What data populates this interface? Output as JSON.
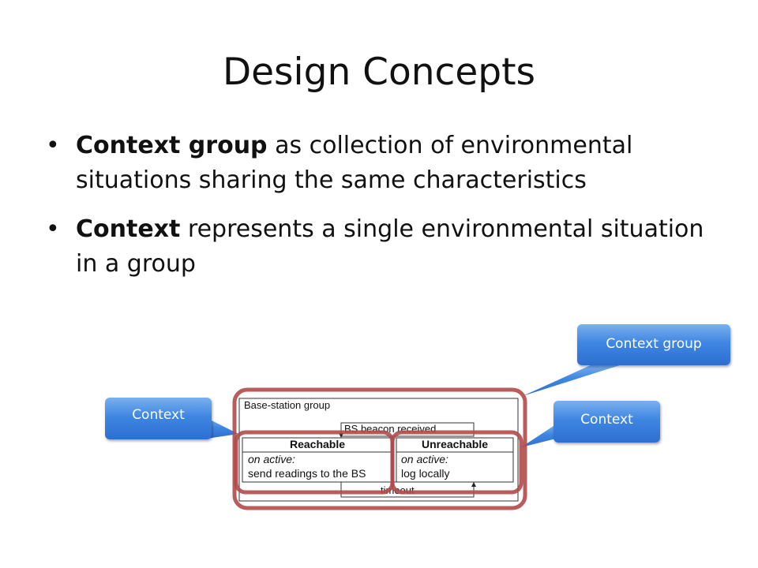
{
  "slide": {
    "title": "Design Concepts",
    "bullets": [
      {
        "term": "Context group",
        "text": " as collection of environmental situations sharing the same characteristics"
      },
      {
        "term": "Context",
        "text": " represents a single environmental situation in a group"
      }
    ]
  },
  "diagram": {
    "group_label": "Base-station group",
    "transition_top": "BS beacon received",
    "transition_bottom": "timeout",
    "states": [
      {
        "name": "Reachable",
        "action_title": "on active:",
        "action": "send readings to the BS"
      },
      {
        "name": "Unreachable",
        "action_title": "on active:",
        "action": "log locally"
      }
    ]
  },
  "callouts": {
    "group": "Context group",
    "left": "Context",
    "right": "Context"
  },
  "colors": {
    "highlight": "#b04a4a",
    "callout": "#3f86e2"
  }
}
